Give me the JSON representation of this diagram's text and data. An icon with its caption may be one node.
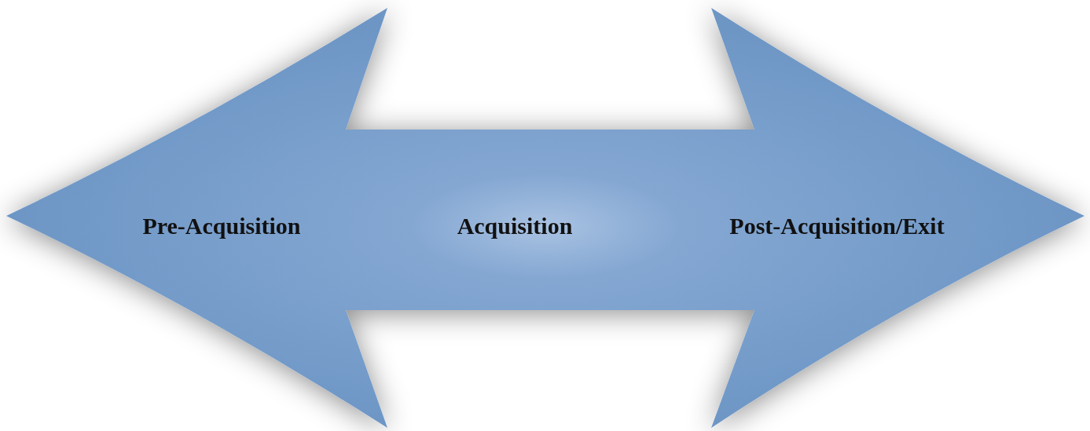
{
  "diagram": {
    "nodes": [
      {
        "text": [
          "Pre-Acquisition",
          "Acquisition",
          "Post-Acquisition/Exit"
        ]
      }
    ]
  }
}
